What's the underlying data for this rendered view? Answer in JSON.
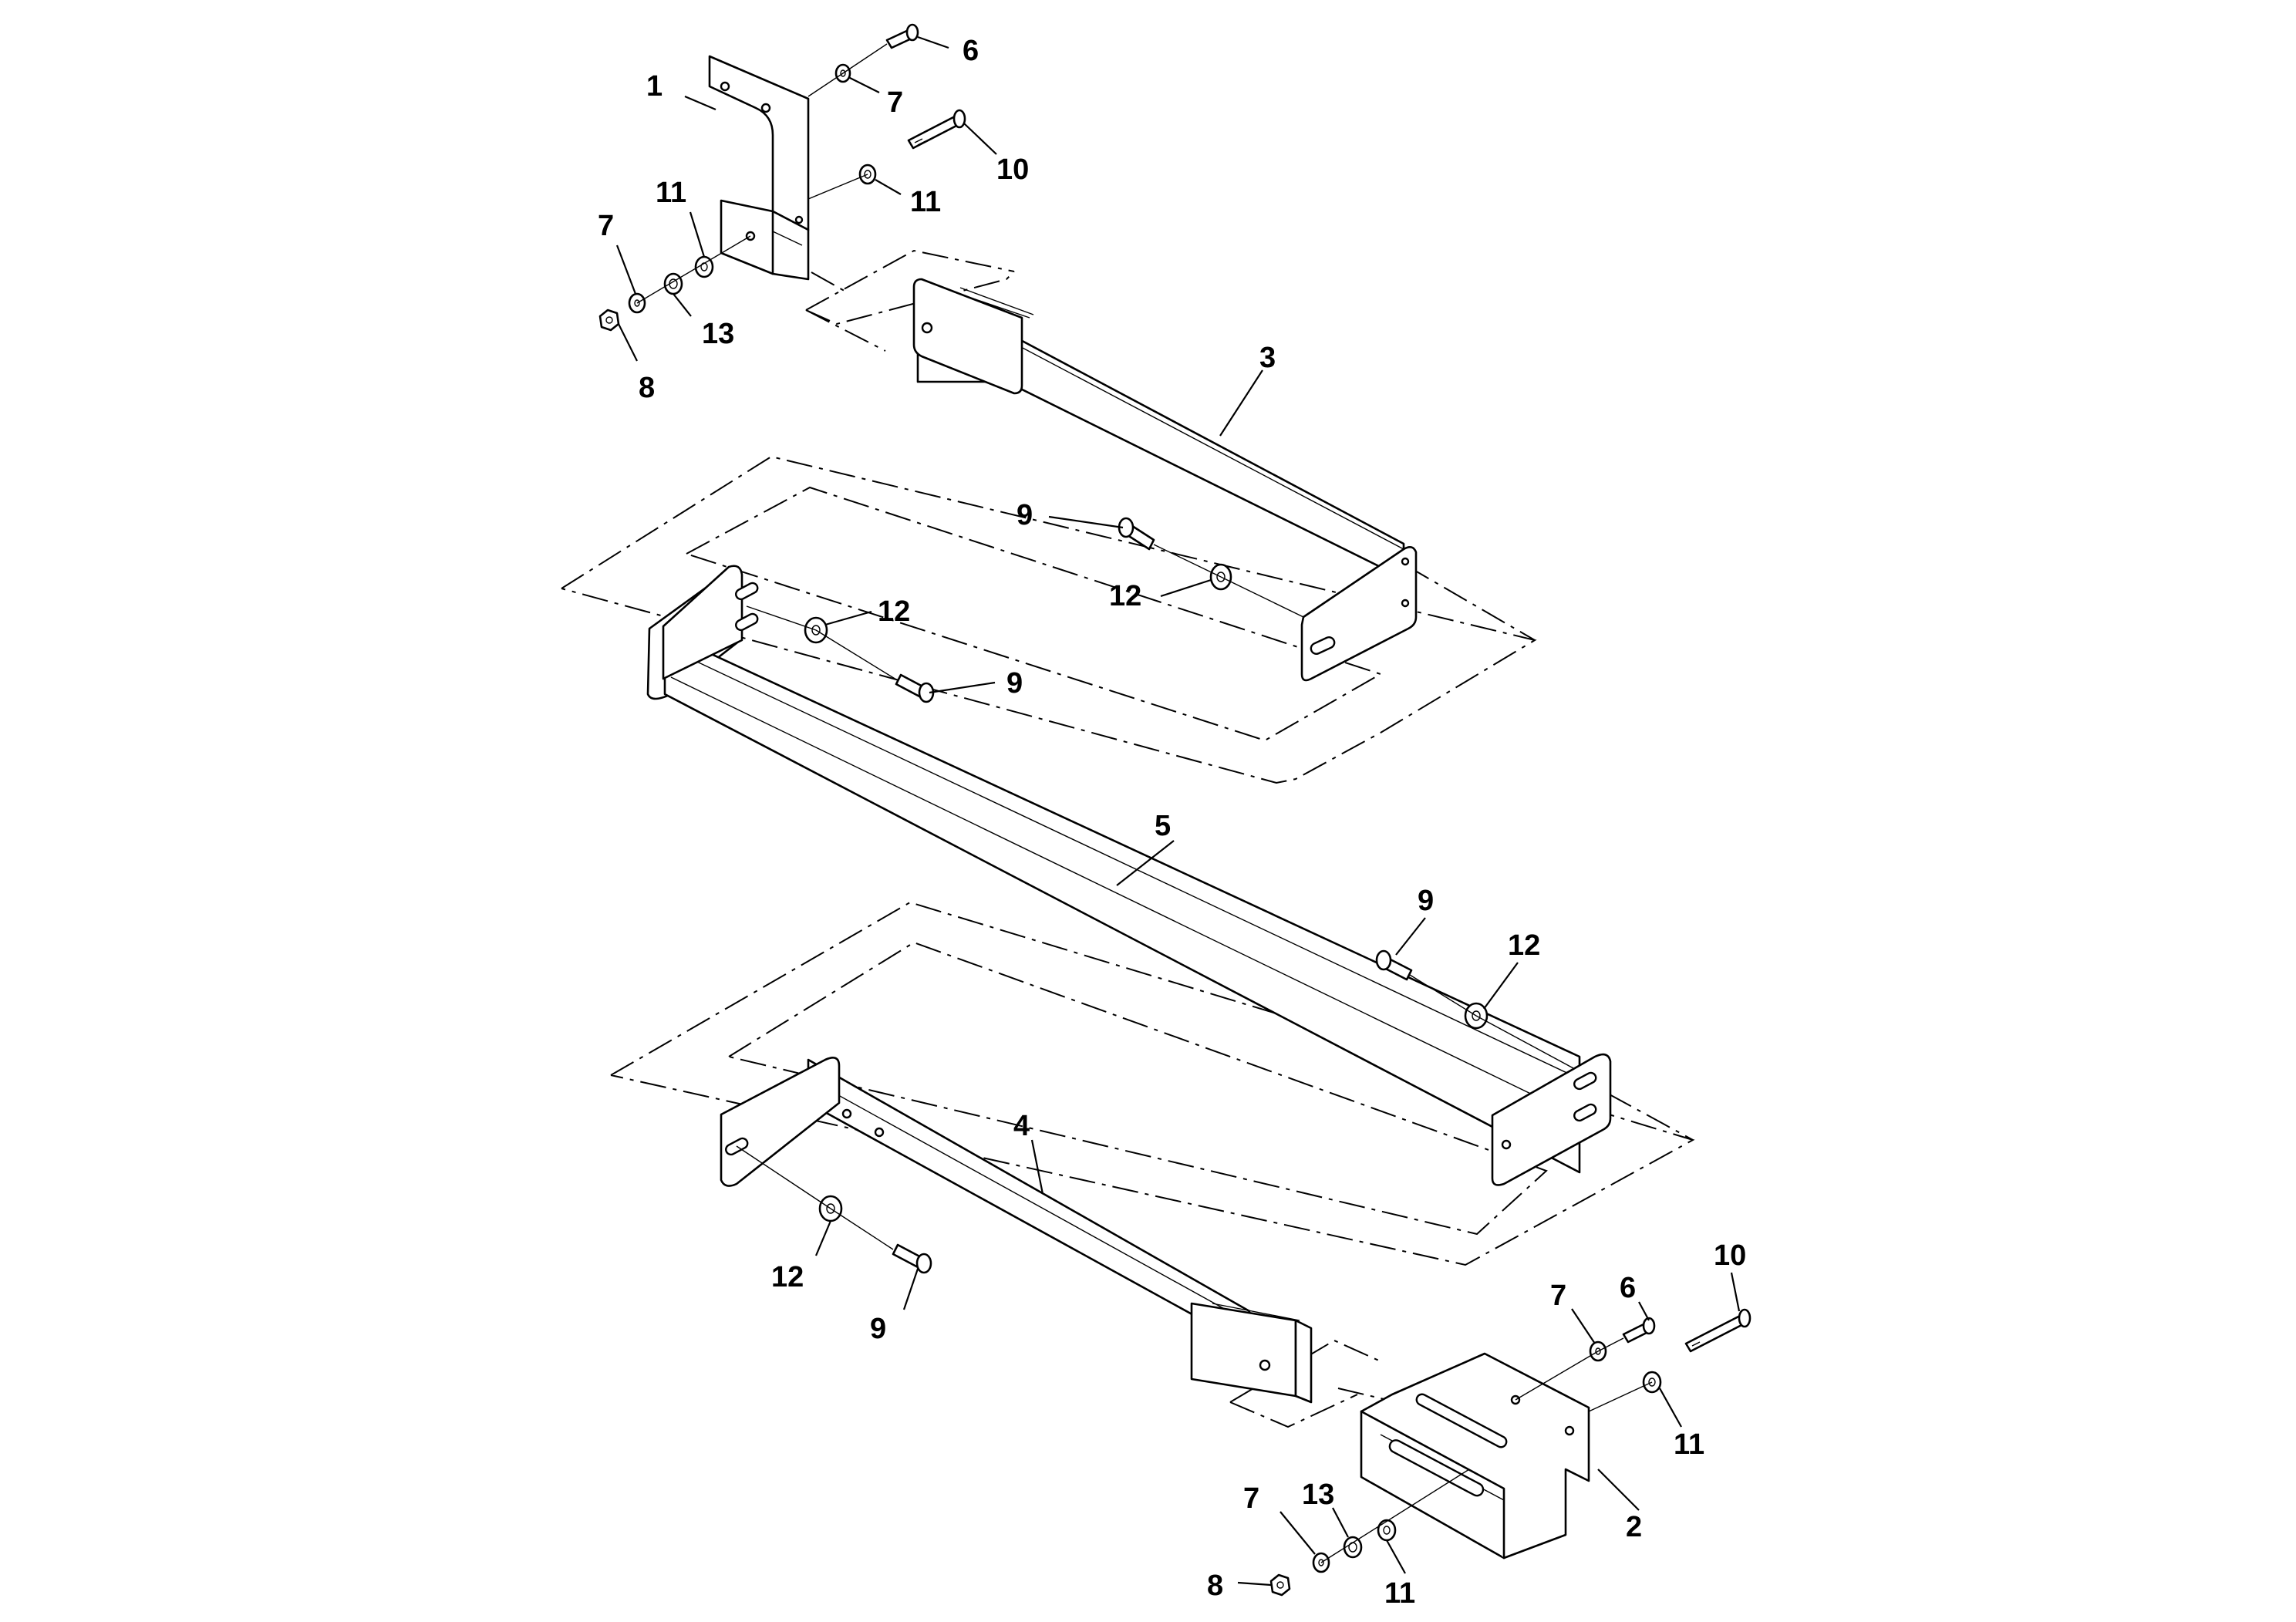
{
  "diagram": {
    "callouts": [
      {
        "id": "c1",
        "label": "1"
      },
      {
        "id": "c2",
        "label": "6"
      },
      {
        "id": "c3",
        "label": "7"
      },
      {
        "id": "c4",
        "label": "10"
      },
      {
        "id": "c5",
        "label": "11"
      },
      {
        "id": "c6",
        "label": "11"
      },
      {
        "id": "c7",
        "label": "7"
      },
      {
        "id": "c8",
        "label": "13"
      },
      {
        "id": "c9",
        "label": "8"
      },
      {
        "id": "c10",
        "label": "3"
      },
      {
        "id": "c11",
        "label": "9"
      },
      {
        "id": "c12",
        "label": "12"
      },
      {
        "id": "c13",
        "label": "12"
      },
      {
        "id": "c14",
        "label": "9"
      },
      {
        "id": "c15",
        "label": "5"
      },
      {
        "id": "c16",
        "label": "9"
      },
      {
        "id": "c17",
        "label": "12"
      },
      {
        "id": "c18",
        "label": "4"
      },
      {
        "id": "c19",
        "label": "12"
      },
      {
        "id": "c20",
        "label": "9"
      },
      {
        "id": "c21",
        "label": "6"
      },
      {
        "id": "c22",
        "label": "10"
      },
      {
        "id": "c23",
        "label": "7"
      },
      {
        "id": "c24",
        "label": "11"
      },
      {
        "id": "c25",
        "label": "2"
      },
      {
        "id": "c26",
        "label": "13"
      },
      {
        "id": "c27",
        "label": "7"
      },
      {
        "id": "c28",
        "label": "8"
      },
      {
        "id": "c29",
        "label": "11"
      }
    ]
  }
}
